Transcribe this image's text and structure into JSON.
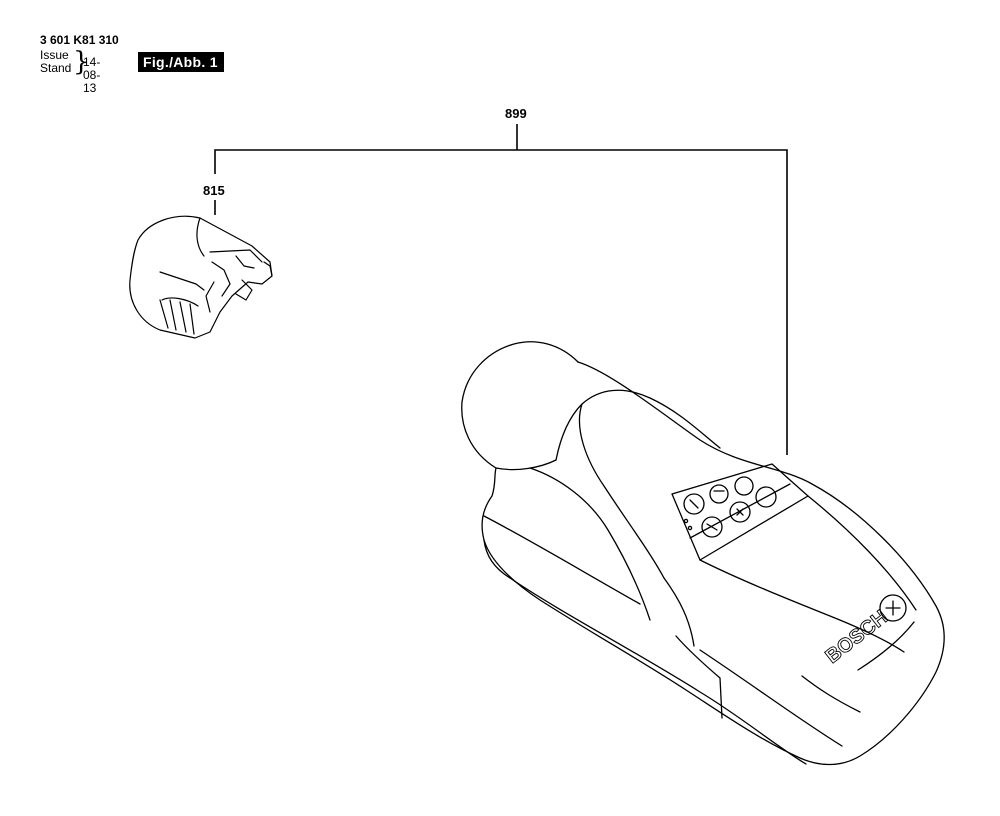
{
  "header": {
    "part_number": "3 601 K81 310",
    "issue_label": "Issue",
    "stand_label": "Stand",
    "brace": "}",
    "date": "14-08-13",
    "figure_label": "Fig./Abb. 1"
  },
  "callouts": {
    "assembly": "899",
    "battery_adapter": "815"
  },
  "device": {
    "brand": "BOSCH"
  },
  "colors": {
    "line": "#000000",
    "fig_label_bg": "#000000",
    "fig_label_text": "#ffffff"
  }
}
